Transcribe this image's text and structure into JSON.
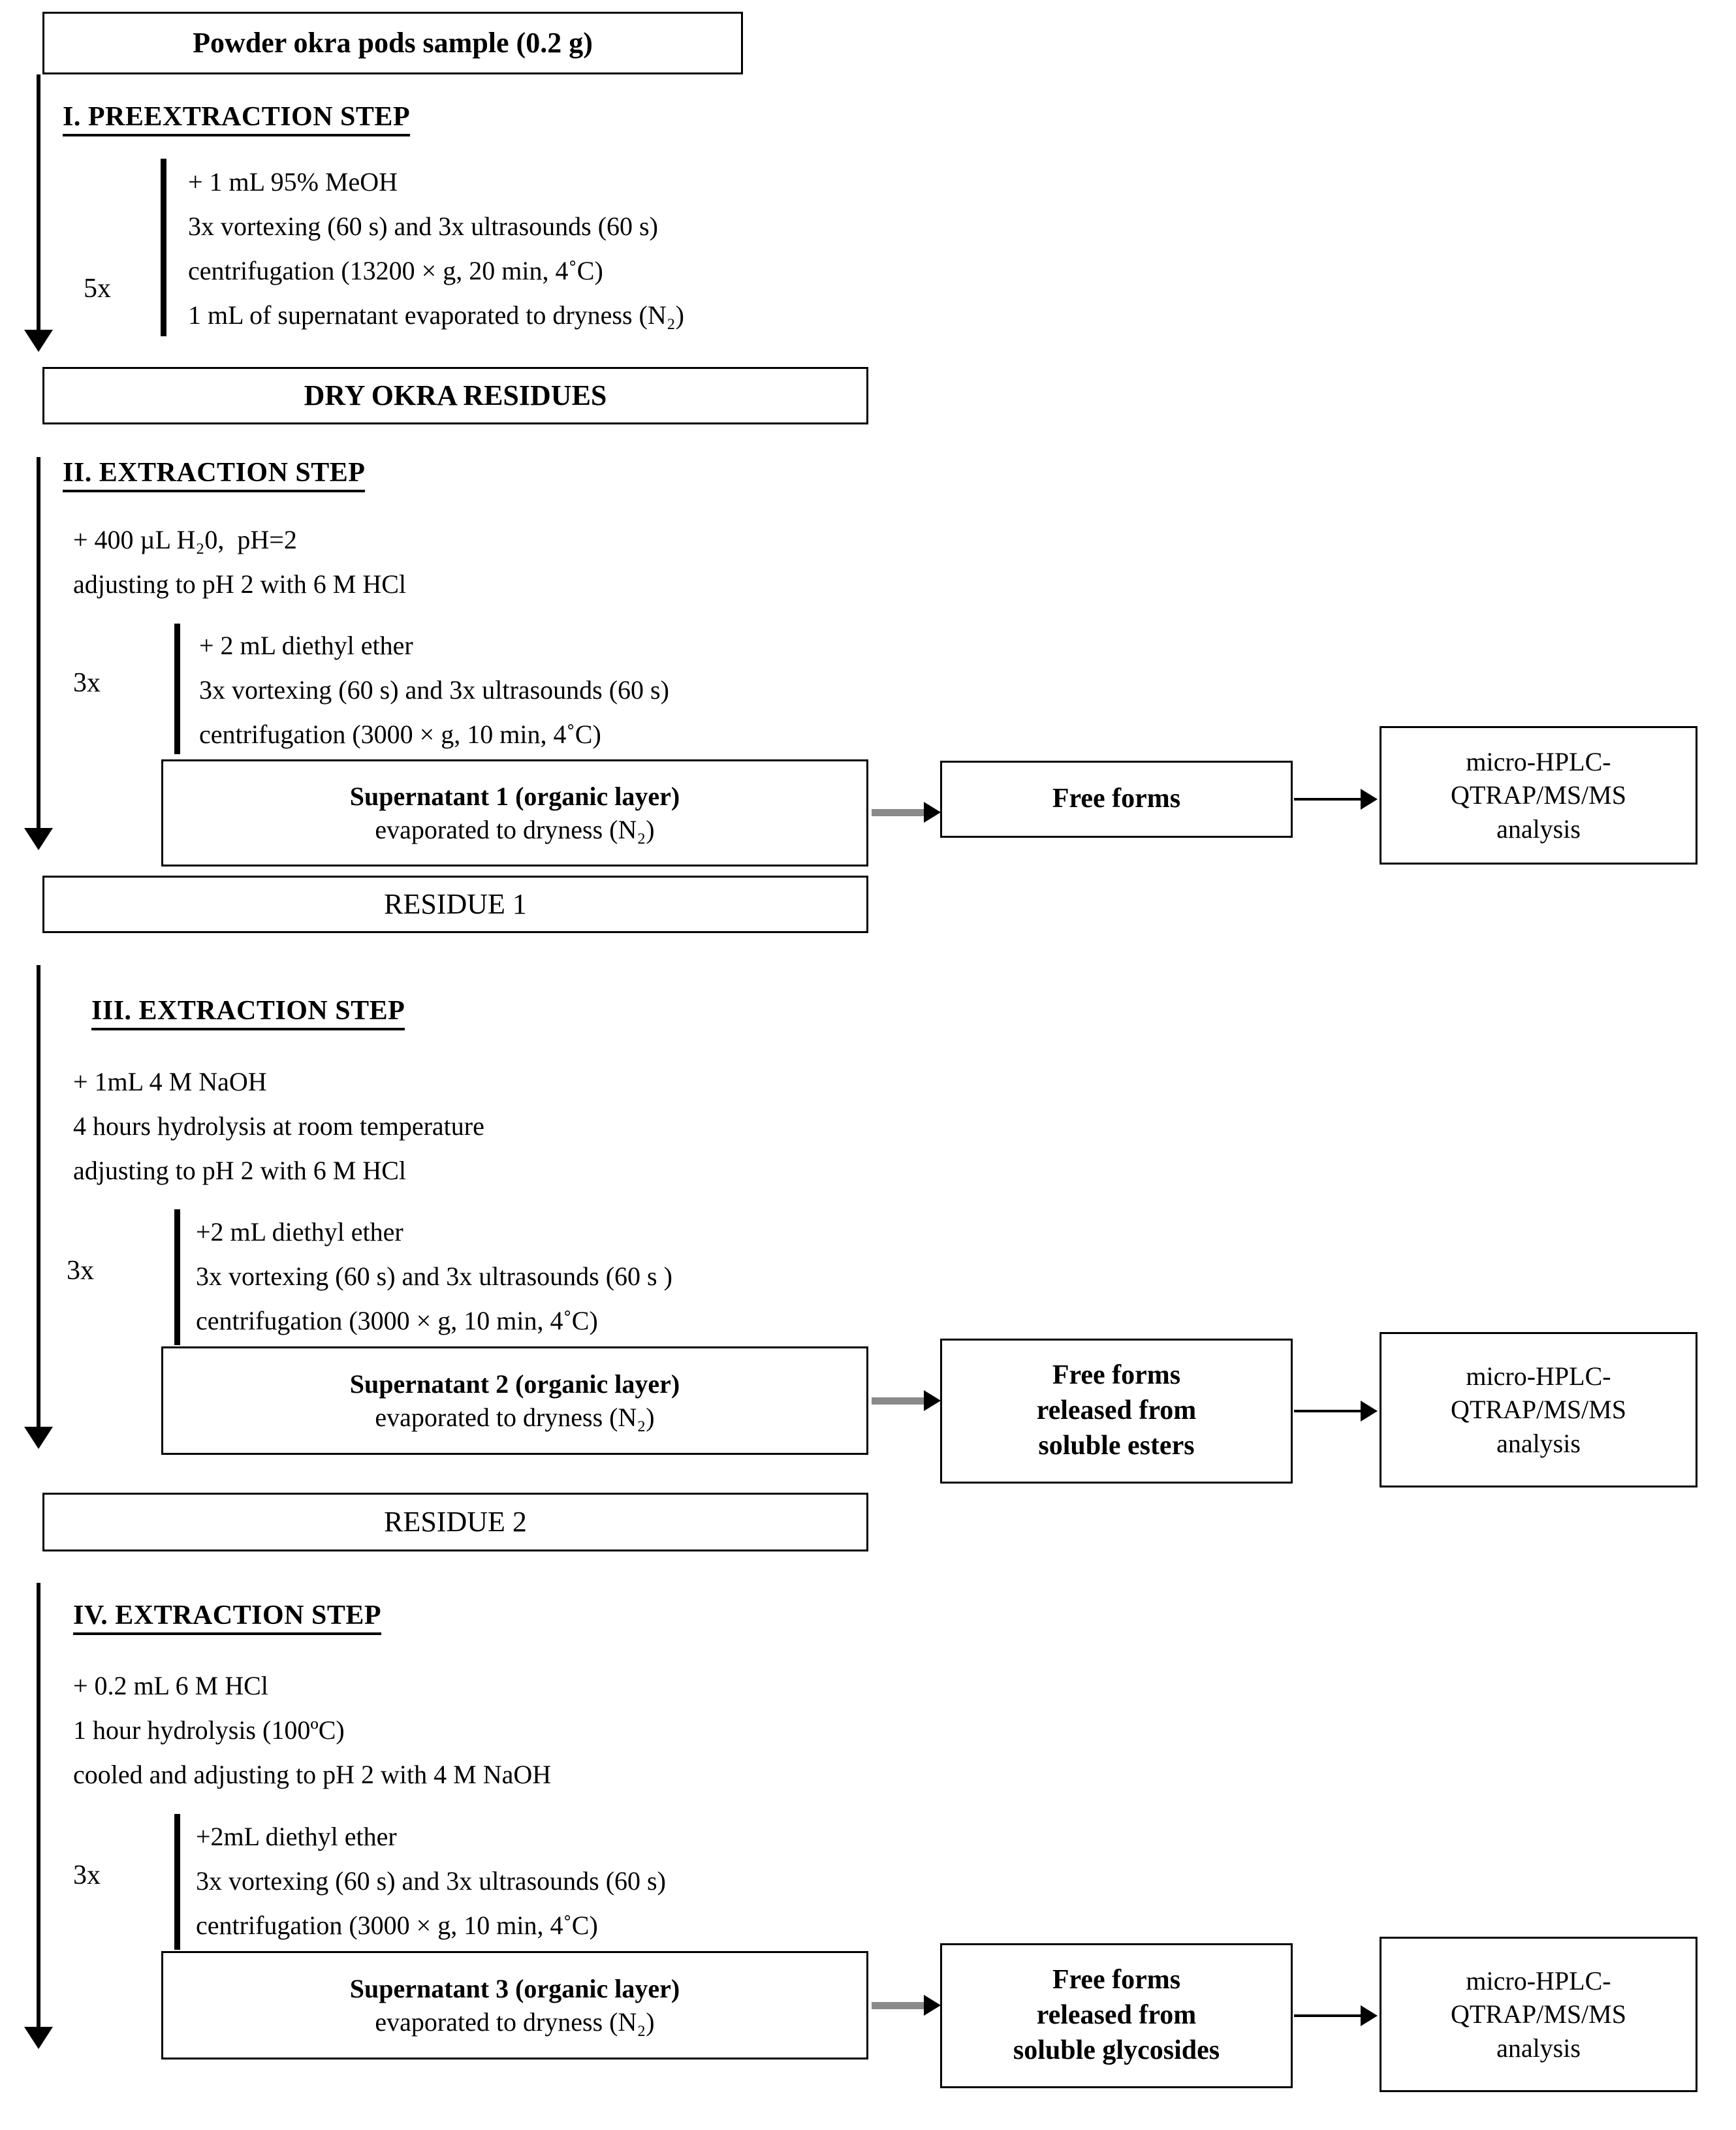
{
  "figure": {
    "title": "Okra pods phenolic acid fractionation / extraction workflow",
    "type": "flowchart"
  },
  "nodes": {
    "sample_box": "Powder okra pods sample (0.2 g)",
    "dry_residues_box": "DRY OKRA RESIDUES",
    "residue1_box": "RESIDUE 1",
    "residue2_box": "RESIDUE 2",
    "supernatant1": {
      "line1": "Supernatant 1 (organic layer)",
      "line2": "evaporated to dryness (N₂)"
    },
    "supernatant2": {
      "line1": "Supernatant 2 (organic layer)",
      "line2": "evaporated to dryness (N₂)"
    },
    "supernatant3": {
      "line1": "Supernatant 3 (organic layer)",
      "line2": "evaporated to dryness (N₂)"
    },
    "free_forms_1": {
      "line1": "Free forms"
    },
    "free_forms_2": {
      "line1": "Free forms",
      "line2": "released from",
      "line3": "soluble esters"
    },
    "free_forms_3": {
      "line1": "Free forms",
      "line2": "released from",
      "line3": "soluble glycosides"
    },
    "analysis_1": {
      "line1": "micro-HPLC-",
      "line2": "QTRAP/MS/MS",
      "line3": "analysis"
    },
    "analysis_2": {
      "line1": "micro-HPLC-",
      "line2": "QTRAP/MS/MS",
      "line3": "analysis"
    },
    "analysis_3": {
      "line1": "micro-HPLC-",
      "line2": "QTRAP/MS/MS",
      "line3": "analysis"
    }
  },
  "steps": {
    "step1": {
      "heading": "I. PREEXTRACTION STEP",
      "repeat": "5x",
      "braced_lines": [
        "+ 1 mL 95% MeOH",
        "3x vortexing (60 s) and 3x ultrasounds (60 s)",
        "centrifugation (13200 × g, 20 min, 4˚C)",
        "1 mL of supernatant evaporated to dryness (N₂)"
      ]
    },
    "step2": {
      "heading": "II. EXTRACTION STEP",
      "pre_lines": [
        "+ 400 µL H₂0,  pH=2",
        "adjusting to pH 2 with 6 M HCl"
      ],
      "repeat": "3x",
      "braced_lines": [
        "+ 2 mL diethyl ether",
        "3x vortexing (60 s) and 3x ultrasounds (60 s)",
        "centrifugation (3000 × g, 10 min, 4˚C)"
      ]
    },
    "step3": {
      "heading": "III. EXTRACTION STEP",
      "pre_lines": [
        "+ 1mL 4 M NaOH",
        "4 hours hydrolysis at room temperature",
        "adjusting to pH 2 with 6 M HCl"
      ],
      "repeat": "3x",
      "braced_lines": [
        "+2 mL diethyl ether",
        "3x vortexing (60 s) and 3x ultrasounds (60 s )",
        "centrifugation (3000 × g, 10 min, 4˚C)"
      ]
    },
    "step4": {
      "heading": "IV. EXTRACTION STEP",
      "pre_lines": [
        "+ 0.2 mL 6 M HCl",
        "1 hour hydrolysis (100ºC)",
        "cooled and adjusting to pH 2 with 4 M NaOH"
      ],
      "repeat": "3x",
      "braced_lines": [
        "+2mL diethyl ether",
        "3x vortexing (60 s) and 3x ultrasounds (60 s)",
        "centrifugation (3000 × g, 10 min, 4˚C)"
      ]
    }
  },
  "colors": {
    "stroke": "#000000",
    "background": "#ffffff",
    "grey_arrow": "#8a8a8a"
  }
}
